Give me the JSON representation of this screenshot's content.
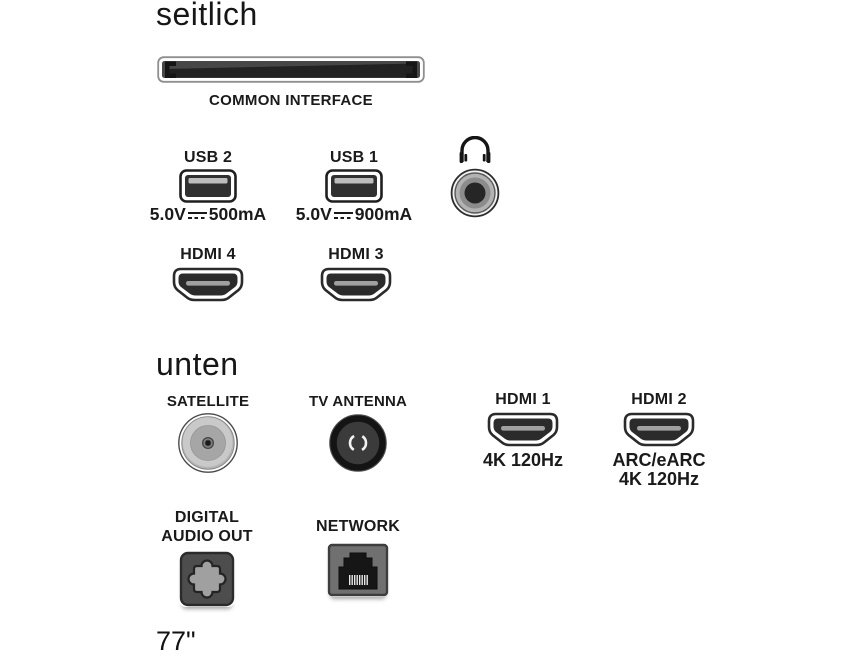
{
  "sections": {
    "side": {
      "heading": "seitlich"
    },
    "bottom": {
      "heading": "unten"
    }
  },
  "ports": {
    "common_interface": {
      "label": "COMMON INTERFACE"
    },
    "usb2": {
      "label": "USB 2",
      "voltage": "5.0V",
      "current": "500mA"
    },
    "usb1": {
      "label": "USB 1",
      "voltage": "5.0V",
      "current": "900mA"
    },
    "headphone": {
      "label": ""
    },
    "hdmi4": {
      "label": "HDMI 4"
    },
    "hdmi3": {
      "label": "HDMI 3"
    },
    "satellite": {
      "label": "SATELLITE"
    },
    "tv_antenna": {
      "label": "TV ANTENNA"
    },
    "hdmi1": {
      "label": "HDMI 1",
      "spec": "4K 120Hz"
    },
    "hdmi2": {
      "label": "HDMI 2",
      "spec1": "ARC/eARC",
      "spec2": "4K 120Hz"
    },
    "digital_audio_out": {
      "label_line1": "DIGITAL",
      "label_line2": "AUDIO OUT"
    },
    "network": {
      "label": "NETWORK"
    }
  },
  "icons": {
    "common_interface": "ci-card-slot-icon",
    "usb": "usb-port-icon",
    "headphone": "headphones-icon",
    "audio_jack": "audio-jack-icon",
    "hdmi": "hdmi-port-icon",
    "satellite": "satellite-connector-icon",
    "tv_antenna": "antenna-connector-icon",
    "optical": "optical-audio-port-icon",
    "network": "ethernet-port-icon"
  },
  "colors": {
    "background": "#ffffff",
    "text": "#1a1a1a",
    "port_body": "#2e2e2e"
  },
  "footer": {
    "screen_size": "77\""
  }
}
